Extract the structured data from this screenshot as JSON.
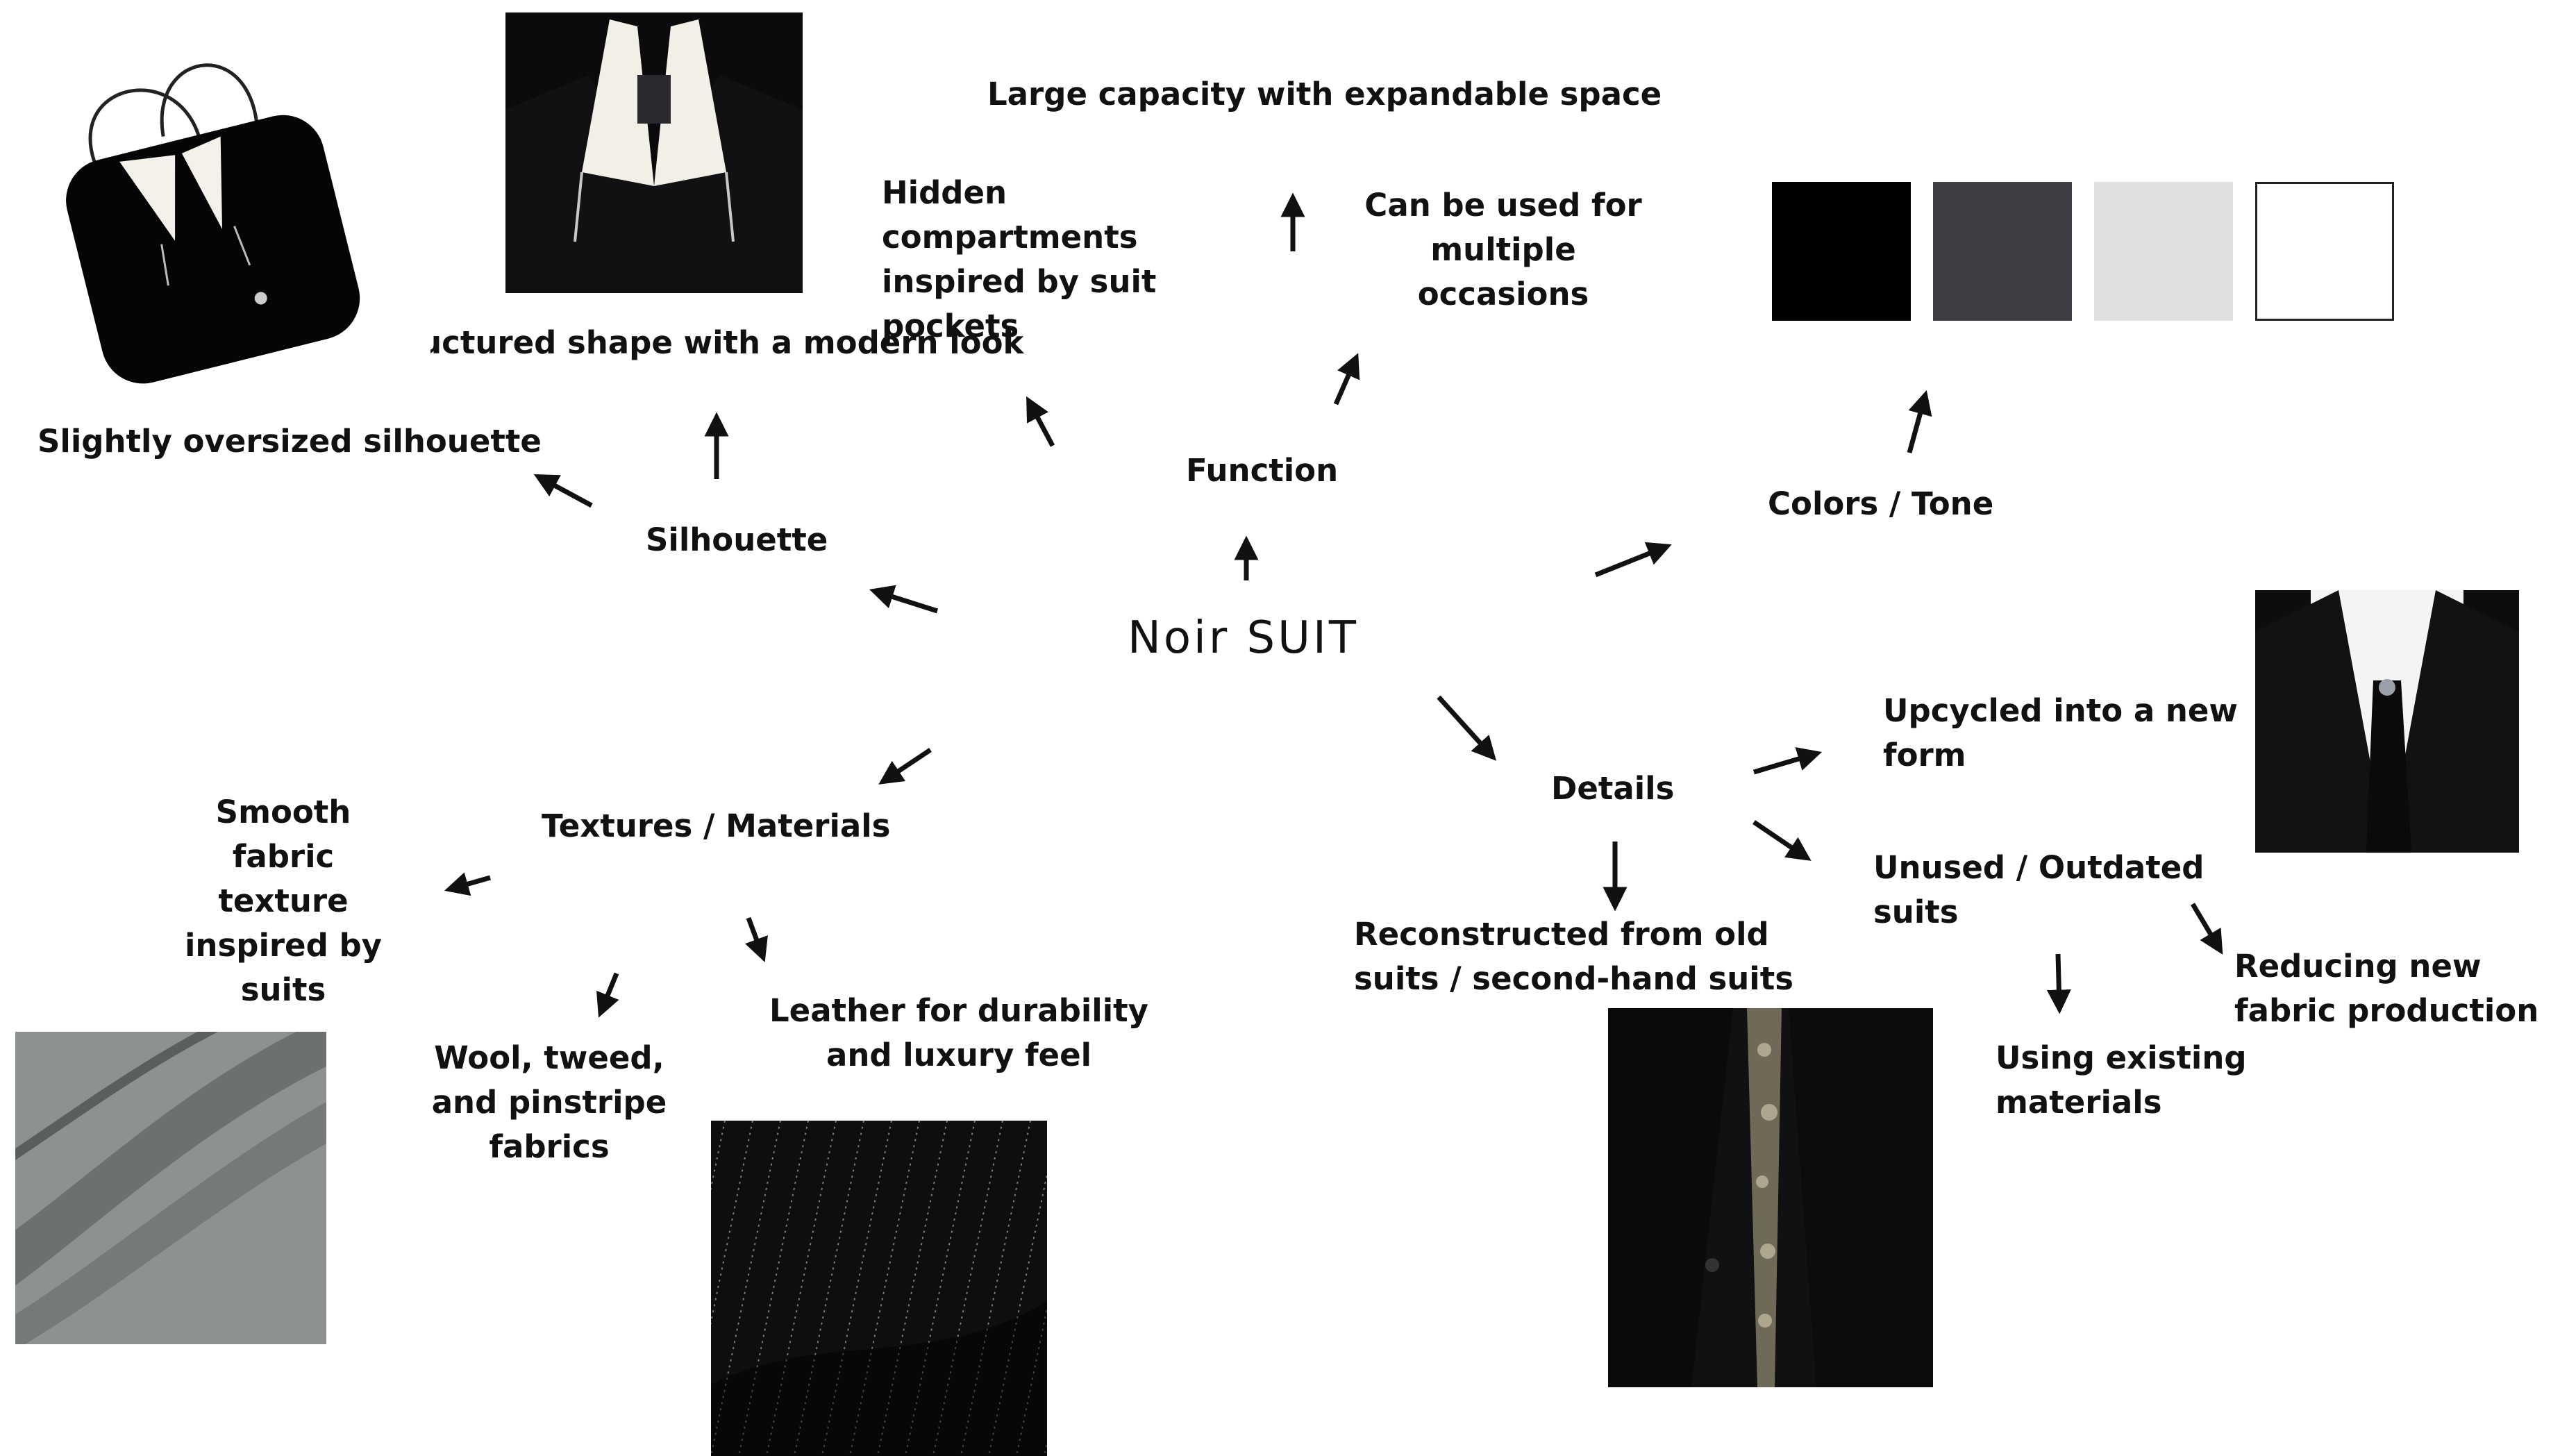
{
  "title": "Noir SUIT",
  "branches": {
    "function": {
      "label": "Function",
      "items": [
        "Large capacity with expandable space",
        "Hidden compartments inspired by suit pockets",
        "Can be used for multiple occasions"
      ]
    },
    "silhouette": {
      "label": "Silhouette",
      "items": [
        "Structured shape with a modern look",
        "Slightly oversized silhouette"
      ]
    },
    "colors": {
      "label": "Colors / Tone",
      "swatches": [
        "#000000",
        "#3e3f44",
        "#e0e0e0",
        "#ffffff"
      ]
    },
    "textures": {
      "label": "Textures / Materials",
      "items": [
        "Smooth fabric texture inspired by suits",
        "Wool, tweed, and pinstripe fabrics",
        "Leather for durability and luxury feel"
      ]
    },
    "details": {
      "label": "Details",
      "items": [
        "Upcycled into a new form",
        "Unused / Outdated suits",
        "Reconstructed from old suits / second-hand suits",
        "Reducing new fabric production",
        "Using existing materials"
      ]
    }
  }
}
